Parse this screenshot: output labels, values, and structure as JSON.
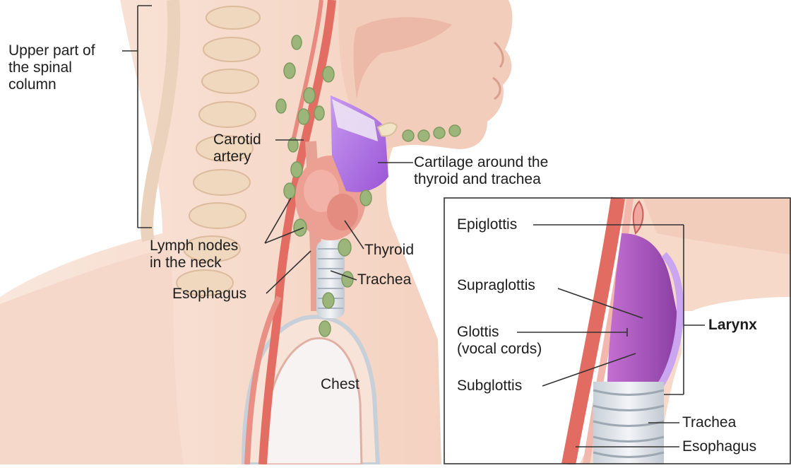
{
  "labels": {
    "spinal_column": [
      "Upper part of",
      "the spinal",
      "column"
    ],
    "carotid_artery": [
      "Carotid",
      "artery"
    ],
    "cartilage": [
      "Cartilage around the",
      "thyroid and trachea"
    ],
    "lymph_nodes": [
      "Lymph nodes",
      "in the neck"
    ],
    "thyroid": "Thyroid",
    "trachea_main": "Trachea",
    "esophagus_main": "Esophagus",
    "chest": "Chest"
  },
  "inset": {
    "epiglottis": "Epiglottis",
    "supraglottis": "Supraglottis",
    "glottis": [
      "Glottis",
      "(vocal cords)"
    ],
    "subglottis": "Subglottis",
    "larynx": "Larynx",
    "trachea": "Trachea",
    "esophagus": "Esophagus"
  },
  "colors": {
    "skin": "#f6d9c9",
    "bone": "#f1dcc4",
    "artery": "#e4736a",
    "lymph_node": "#9cb57b",
    "cartilage": "#b77be3",
    "thyroid": "#ec9f93",
    "trachea": "#d7dde4",
    "inset_border": "#333333"
  }
}
